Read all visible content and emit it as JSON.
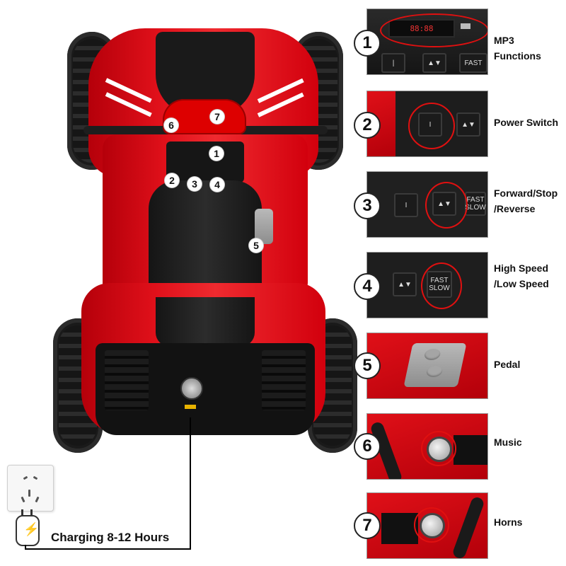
{
  "callouts": [
    {
      "number": "1",
      "label_lines": [
        "MP3",
        "Functions"
      ]
    },
    {
      "number": "2",
      "label_lines": [
        "Power Switch"
      ]
    },
    {
      "number": "3",
      "label_lines": [
        "Forward/Stop",
        "/Reverse"
      ]
    },
    {
      "number": "4",
      "label_lines": [
        "High Speed",
        "/Low Speed"
      ]
    },
    {
      "number": "5",
      "label_lines": [
        "Pedal"
      ]
    },
    {
      "number": "6",
      "label_lines": [
        "Music"
      ]
    },
    {
      "number": "7",
      "label_lines": [
        "Horns"
      ]
    }
  ],
  "atv_markers": [
    "1",
    "2",
    "3",
    "4",
    "5",
    "6",
    "7"
  ],
  "charging_label": "Charging 8-12 Hours",
  "speed_button_text": {
    "fast": "FAST",
    "slow": "SLOW"
  },
  "lcd_readout": "88:88",
  "colors": {
    "body_red": "#e0101a",
    "seat_black": "#1e1e1e",
    "highlight_ring": "#e01010"
  }
}
